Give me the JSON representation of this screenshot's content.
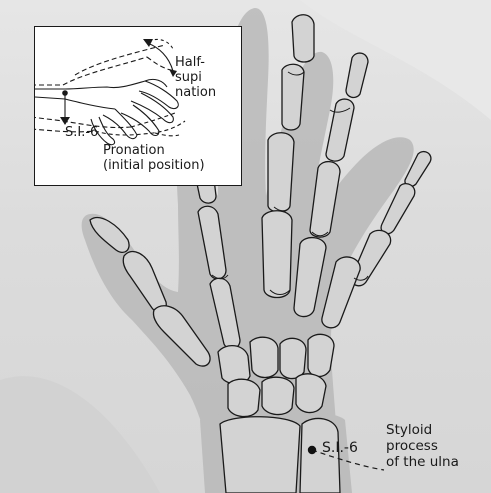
{
  "labels": {
    "inset_top_right": [
      "Half-",
      "supi",
      "nation"
    ],
    "inset_marker": "S.I.-6",
    "inset_bottom": [
      "Pronation",
      "(initial position)"
    ],
    "main_marker": "S.I.-6",
    "main_callout": [
      "Styloid",
      "process",
      "of the ulna"
    ]
  },
  "colors": {
    "background": "#dedede",
    "hand_fill": "#b8b8b8",
    "bone_fill": "#d0d0d0",
    "outline": "#1a1a1a",
    "inset_bg": "#ffffff"
  },
  "icons": [
    "point-marker-icon",
    "rotation-arrow-icon",
    "down-arrow-icon"
  ]
}
